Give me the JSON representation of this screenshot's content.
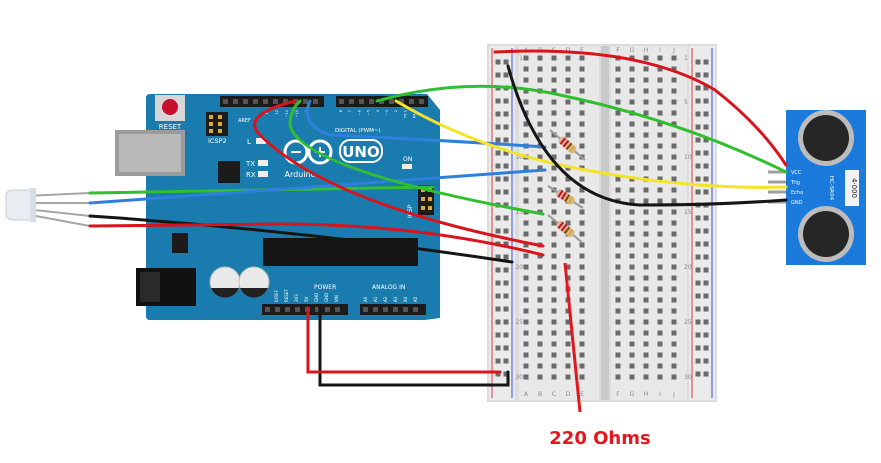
{
  "arduino": {
    "reset_label": "RESET",
    "icsp2_label": "ICSP2",
    "icsp_label": "ICSP",
    "board_name": "UNO",
    "brand": "Arduino",
    "tx_label": "TX",
    "rx_label": "RX",
    "l_label": "L",
    "aref_label": "AREF",
    "digital_label": "DIGITAL (PWM~)",
    "power_label": "POWER",
    "analog_label": "ANALOG IN",
    "on_label": "ON",
    "power_pins": [
      "IOREF",
      "RESET",
      "3V3",
      "5V",
      "GND",
      "GND",
      "VIN"
    ],
    "analog_pins": [
      "A0",
      "A1",
      "A2",
      "A3",
      "A4",
      "A5"
    ],
    "digital_pins": [
      "13",
      "12",
      "~11",
      "~10",
      "~9",
      "8",
      "7",
      "~6",
      "~5",
      "4",
      "~3",
      "2",
      "TX 1",
      "RX 0"
    ]
  },
  "breadboard": {
    "col_letters_left": [
      "A",
      "B",
      "C",
      "D",
      "E"
    ],
    "col_letters_right": [
      "F",
      "G",
      "H",
      "I",
      "J"
    ],
    "row_numbers": [
      "1",
      "5",
      "10",
      "15",
      "20",
      "25",
      "30"
    ]
  },
  "sensor": {
    "model": "HC-SR04",
    "pins": [
      "VCC",
      "Trig",
      "Echo",
      "GND"
    ],
    "brand_mark": "4·000"
  },
  "annotation": {
    "resistor_label": "220 Ohms",
    "color": "#e3171e"
  },
  "colors": {
    "board": "#1a7bae",
    "red_wire": "#d8141c",
    "black_wire": "#151515",
    "green_wire": "#2fbf2f",
    "blue_wire": "#2f7fdd",
    "yellow_wire": "#f3e32a"
  }
}
